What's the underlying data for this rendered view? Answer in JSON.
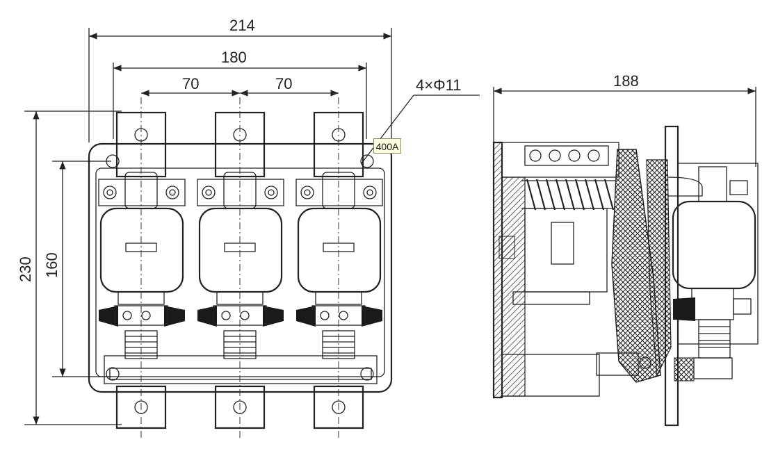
{
  "dimensions": {
    "overall_width": "214",
    "mount_width": "180",
    "pitch_left": "70",
    "pitch_right": "70",
    "holes": "4×Φ11",
    "overall_height": "230",
    "mount_height": "160",
    "side_depth": "188"
  },
  "rating_label": "400A"
}
